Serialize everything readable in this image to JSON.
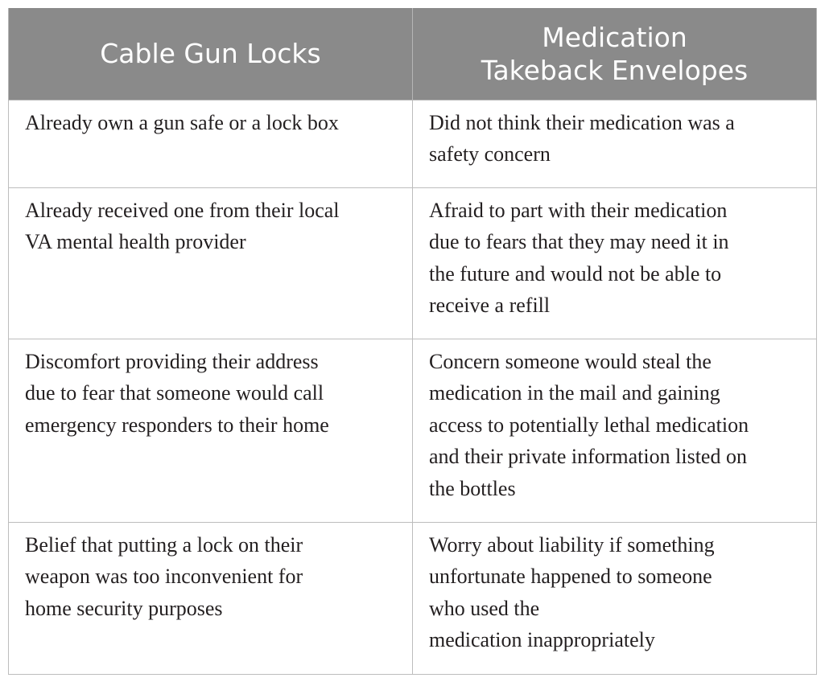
{
  "table": {
    "headers": [
      {
        "lines": [
          "Cable Gun Locks"
        ]
      },
      {
        "lines": [
          "Medication",
          "Takeback Envelopes"
        ]
      }
    ],
    "rows": [
      {
        "cells": [
          {
            "lines": [
              "Already own a gun safe or a lock box"
            ]
          },
          {
            "lines": [
              "Did not think their medication was a",
              "safety concern"
            ]
          }
        ]
      },
      {
        "cells": [
          {
            "lines": [
              "Already received one from their local",
              "VA mental health provider"
            ]
          },
          {
            "lines": [
              "Afraid to part with their medication",
              "due to fears that they may need it in",
              "the future and would not be able to",
              "receive a refill"
            ]
          }
        ]
      },
      {
        "cells": [
          {
            "lines": [
              "Discomfort providing their address",
              "due to fear that someone would call",
              "emergency responders to their home"
            ]
          },
          {
            "lines": [
              "Concern someone would steal the",
              "medication in the mail and gaining",
              "access to potentially lethal medication",
              "and their private information listed on",
              "the bottles"
            ]
          }
        ]
      },
      {
        "cells": [
          {
            "lines": [
              "Belief that putting a lock on their",
              "weapon was too inconvenient for",
              "home security purposes"
            ]
          },
          {
            "lines": [
              "Worry about liability if something",
              "unfortunate happened to someone",
              "who used the",
              "medication inappropriately"
            ]
          }
        ]
      }
    ]
  },
  "colors": {
    "header_bg": "#8a8a8a",
    "header_text": "#ffffff",
    "body_text": "#231f20",
    "border": "#bdbdbd"
  }
}
